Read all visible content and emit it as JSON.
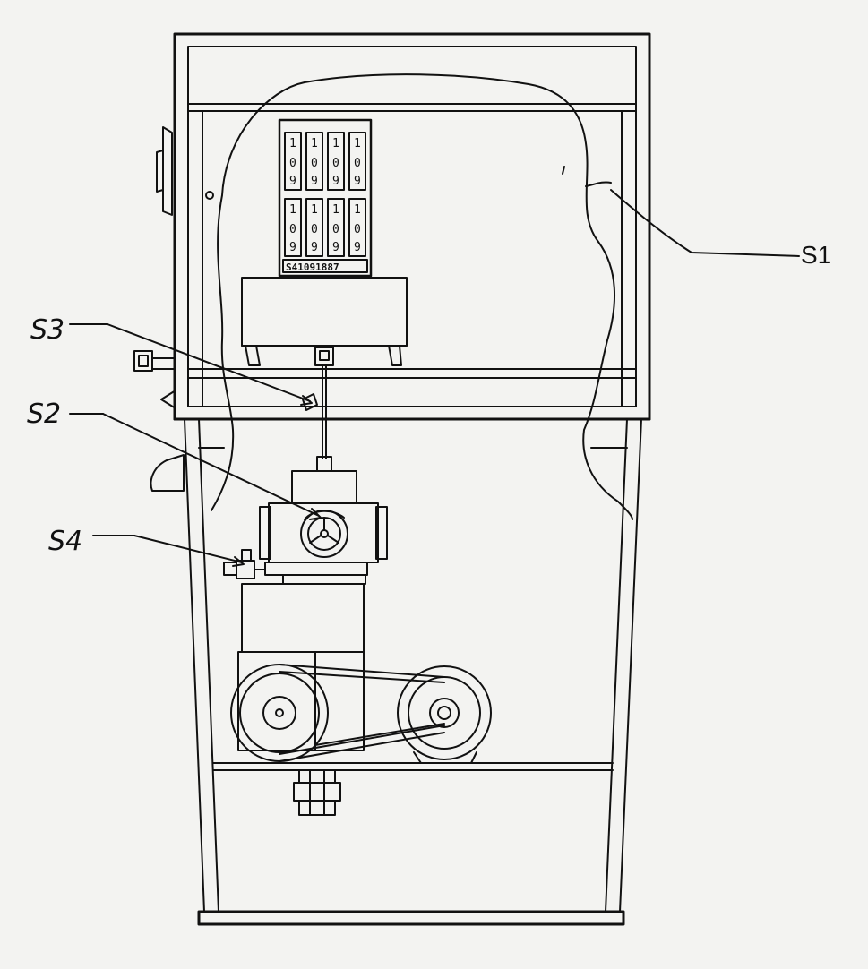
{
  "labels": {
    "s1": "S1",
    "s2": "S2",
    "s3": "S3",
    "s4": "S4"
  },
  "counter": {
    "top_row": [
      "1",
      "1",
      "1",
      "1"
    ],
    "top_row_second": [
      "0",
      "0",
      "0",
      "0"
    ],
    "top_row_third": [
      "9",
      "9",
      "9",
      "9"
    ],
    "bottom_row": [
      "1",
      "1",
      "1",
      "1"
    ],
    "bottom_row_second": [
      "0",
      "0",
      "0",
      "0"
    ],
    "bottom_row_third": [
      "9",
      "9",
      "9",
      "9"
    ],
    "serial": "S41091887"
  },
  "colors": {
    "ink": "#111111",
    "paper": "#f3f3f1"
  }
}
